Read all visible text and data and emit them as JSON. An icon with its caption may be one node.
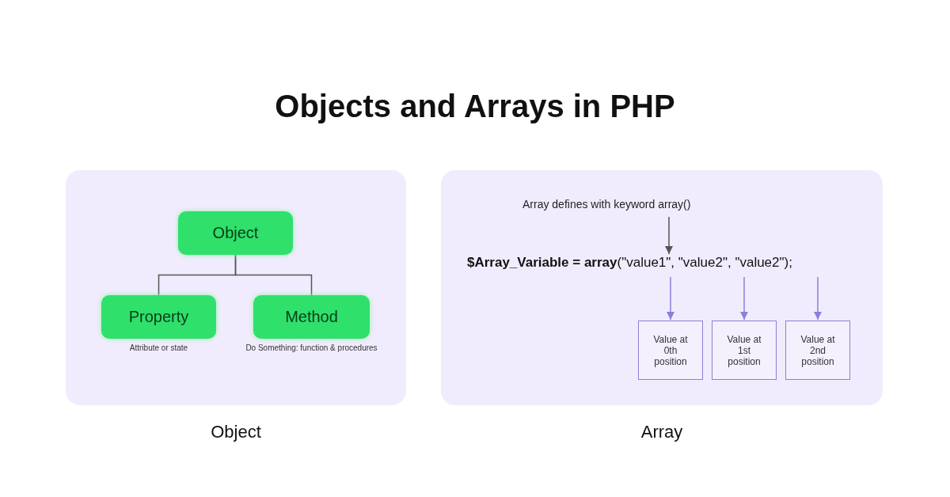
{
  "diagram": {
    "title": "Objects and Arrays in PHP",
    "nodes": [
      {
        "text": [
          "Object"
        ]
      },
      {
        "text": [
          "Object"
        ],
        "in": 0
      },
      {
        "text": [
          "Property"
        ],
        "in": 0,
        "beside": [
          "Attribute or state"
        ]
      },
      {
        "text": [
          "Method"
        ],
        "in": 0,
        "beside": [
          "Do Something: function & procedures"
        ]
      },
      {
        "text": [
          "Array"
        ]
      },
      {
        "text": [
          "Array defines with keyword array()"
        ],
        "in": 4
      },
      {
        "text": [
          "**$Array_Variable = array**(\"value1\", \"value2\", \"value2\");"
        ],
        "in": 4
      },
      {
        "text": [
          "Value at 0th position"
        ],
        "in": 4
      },
      {
        "text": [
          "Value at 1st position"
        ],
        "in": 4
      },
      {
        "text": [
          "Value at 2nd position"
        ],
        "in": 4
      }
    ],
    "edges": [
      {
        "from": 1,
        "to": 2,
        "arrow": "none"
      },
      {
        "from": 1,
        "to": 3,
        "arrow": "none"
      },
      {
        "from": 5,
        "to": 6,
        "arrow": "to"
      },
      {
        "from": 6,
        "to": 7,
        "arrow": "to",
        "color": "#8a7fd8"
      },
      {
        "from": 6,
        "to": 8,
        "arrow": "to",
        "color": "#8a7fd8"
      },
      {
        "from": 6,
        "to": 9,
        "arrow": "to",
        "color": "#8a7fd8"
      }
    ]
  }
}
